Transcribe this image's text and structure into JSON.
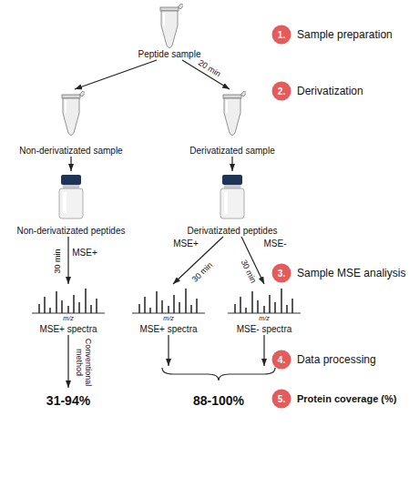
{
  "diagram": {
    "nodes": [
      {
        "text": [
          "Peptide sample"
        ]
      },
      {
        "text": [
          "Non-derivatizated sample"
        ]
      },
      {
        "text": [
          "Derivatizated sample"
        ]
      },
      {
        "text": [
          "Non-derivatizated peptides"
        ]
      },
      {
        "text": [
          "Derivatizated peptides"
        ]
      },
      {
        "text": [
          "MSE+ spectra"
        ]
      },
      {
        "text": [
          "MSE+ spectra"
        ]
      },
      {
        "text": [
          "MSE- spectra"
        ]
      },
      {
        "text": [
          "31-94%"
        ]
      },
      {
        "text": [
          "88-100%"
        ]
      },
      {
        "text": [
          "1.",
          "Sample preparation"
        ]
      },
      {
        "text": [
          "2.",
          "Derivatization"
        ]
      },
      {
        "text": [
          "3.",
          "Sample MSE analiysis"
        ]
      },
      {
        "text": [
          "4.",
          "Data processing"
        ]
      },
      {
        "text": [
          "5.",
          "Protein coverage (%)"
        ]
      }
    ],
    "edges": [
      {
        "from": 0,
        "to": 1,
        "arrow": "to"
      },
      {
        "from": 0,
        "to": 2,
        "label": "20 min",
        "arrow": "to"
      },
      {
        "from": 1,
        "to": 3,
        "arrow": "to"
      },
      {
        "from": 2,
        "to": 4,
        "arrow": "to"
      },
      {
        "from": 3,
        "to": 5,
        "label": "MSE+",
        "arrow": "to"
      },
      {
        "from": 4,
        "to": 6,
        "label": "MSE+",
        "arrow": "to"
      },
      {
        "from": 4,
        "to": 7,
        "label": "MSE-",
        "arrow": "to"
      },
      {
        "from": 5,
        "to": 8,
        "label": "Conventional method",
        "arrow": "to"
      },
      {
        "from": 6,
        "to": 9,
        "arrow": "to"
      },
      {
        "from": 7,
        "to": 9,
        "arrow": "to"
      }
    ],
    "labels": [
      "30 min",
      "30 min",
      "30 min",
      "m/z",
      "m/z",
      "m/z"
    ]
  }
}
